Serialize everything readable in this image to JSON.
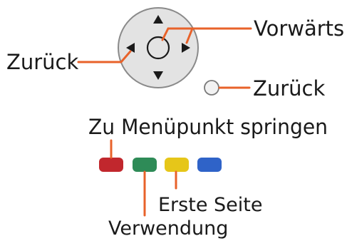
{
  "labels": {
    "forward": "Vorwärts",
    "back_left": "Zurück",
    "back_button": "Zurück",
    "jump_to_menu_item": "Zu Menüpunkt springen",
    "first_page": "Erste Seite",
    "usage": "Verwendung"
  },
  "icons": {
    "dpad": "dpad-icon",
    "ok_center": "ok-ring-icon",
    "arrow_up": "arrow-up-icon",
    "arrow_down": "arrow-down-icon",
    "arrow_left": "arrow-left-icon",
    "arrow_right": "arrow-right-icon",
    "return_button": "return-button-icon",
    "color_buttons": [
      "red-button-icon",
      "green-button-icon",
      "yellow-button-icon",
      "blue-button-icon"
    ]
  },
  "colors": {
    "callout_line": "#e8622a",
    "dpad_fill": "#e3e3e3",
    "dpad_outline": "#8a8a8a",
    "arrow": "#1a1a1a",
    "red_button": "#c1272d",
    "green_button": "#2e8b57",
    "yellow_button": "#e6c619",
    "blue_button": "#2f63c8",
    "text": "#1a1a1a"
  }
}
